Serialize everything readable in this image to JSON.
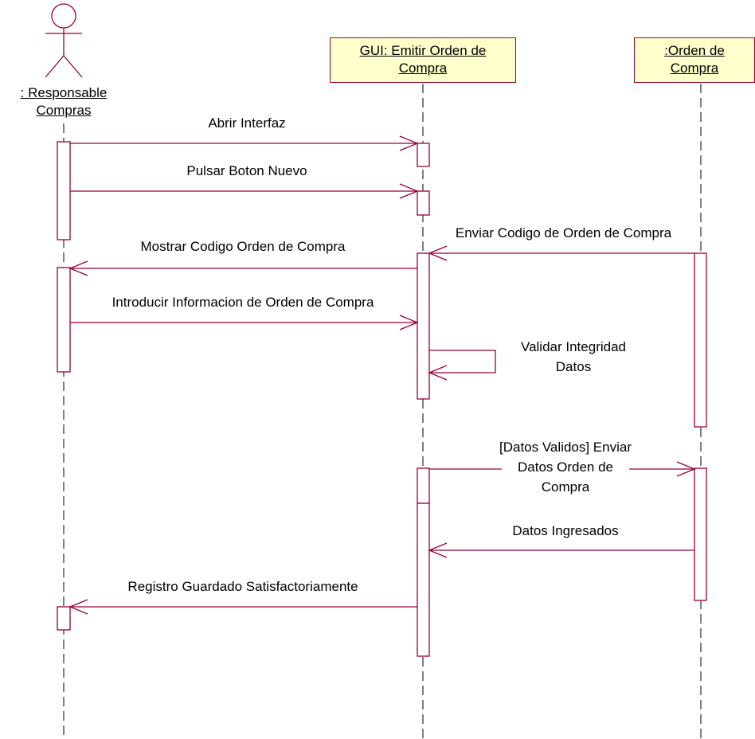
{
  "colors": {
    "line": "#990033",
    "box_fill": "#ffffcc",
    "background": "#ffffff"
  },
  "actor": {
    "icon": "stick-figure-icon",
    "name_line1": ": Responsable",
    "name_line2": "Compras"
  },
  "objects": [
    {
      "line1": "GUI: Emitir Orden de",
      "line2": "Compra"
    },
    {
      "line1": ":Orden de",
      "line2": "Compra"
    }
  ],
  "messages": [
    {
      "label": "Abrir Interfaz",
      "from": "actor",
      "to": "gui"
    },
    {
      "label": "Pulsar Boton Nuevo",
      "from": "actor",
      "to": "gui"
    },
    {
      "label": "Enviar Codigo de Orden de Compra",
      "from": "orden",
      "to": "gui"
    },
    {
      "label": "Mostrar Codigo Orden de Compra",
      "from": "gui",
      "to": "actor"
    },
    {
      "label": "Introducir Informacion de Orden de Compra",
      "from": "actor",
      "to": "gui"
    },
    {
      "label_line1": "Validar Integridad",
      "label_line2": "Datos",
      "from": "gui",
      "to": "gui"
    },
    {
      "label_line1": "[Datos Validos] Enviar",
      "label_line2": "Datos Orden de",
      "label_line3": "Compra",
      "from": "gui",
      "to": "orden"
    },
    {
      "label": "Datos Ingresados",
      "from": "orden",
      "to": "gui"
    },
    {
      "label": "Registro Guardado Satisfactoriamente",
      "from": "gui",
      "to": "actor"
    }
  ]
}
